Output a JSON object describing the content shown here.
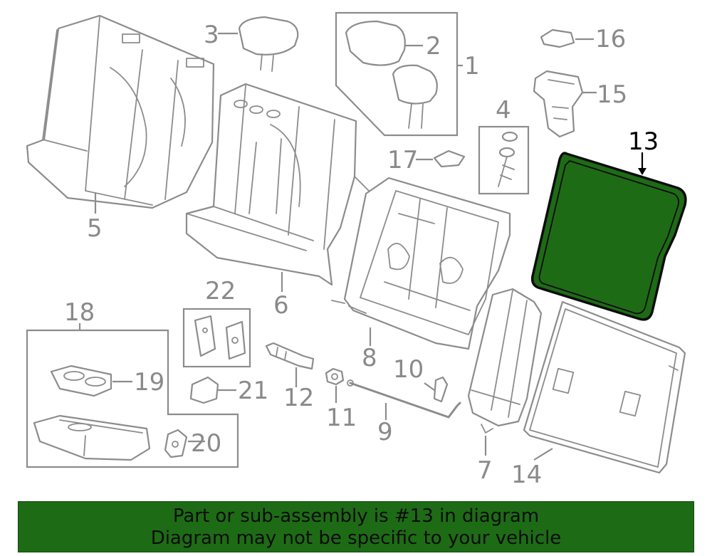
{
  "diagram": {
    "highlighted_part": "13",
    "highlight_color": "#1e6b16",
    "callouts": {
      "c1": "1",
      "c2": "2",
      "c3": "3",
      "c4": "4",
      "c5": "5",
      "c6": "6",
      "c7": "7",
      "c8": "8",
      "c9": "9",
      "c10": "10",
      "c11": "11",
      "c12": "12",
      "c13": "13",
      "c14": "14",
      "c15": "15",
      "c16": "16",
      "c17": "17",
      "c18": "18",
      "c19": "19",
      "c20": "20",
      "c21": "21",
      "c22": "22"
    }
  },
  "banner": {
    "line1": "Part or sub-assembly is #13 in diagram",
    "line2": "Diagram may not be specific to your vehicle",
    "background": "#1e6b16"
  }
}
